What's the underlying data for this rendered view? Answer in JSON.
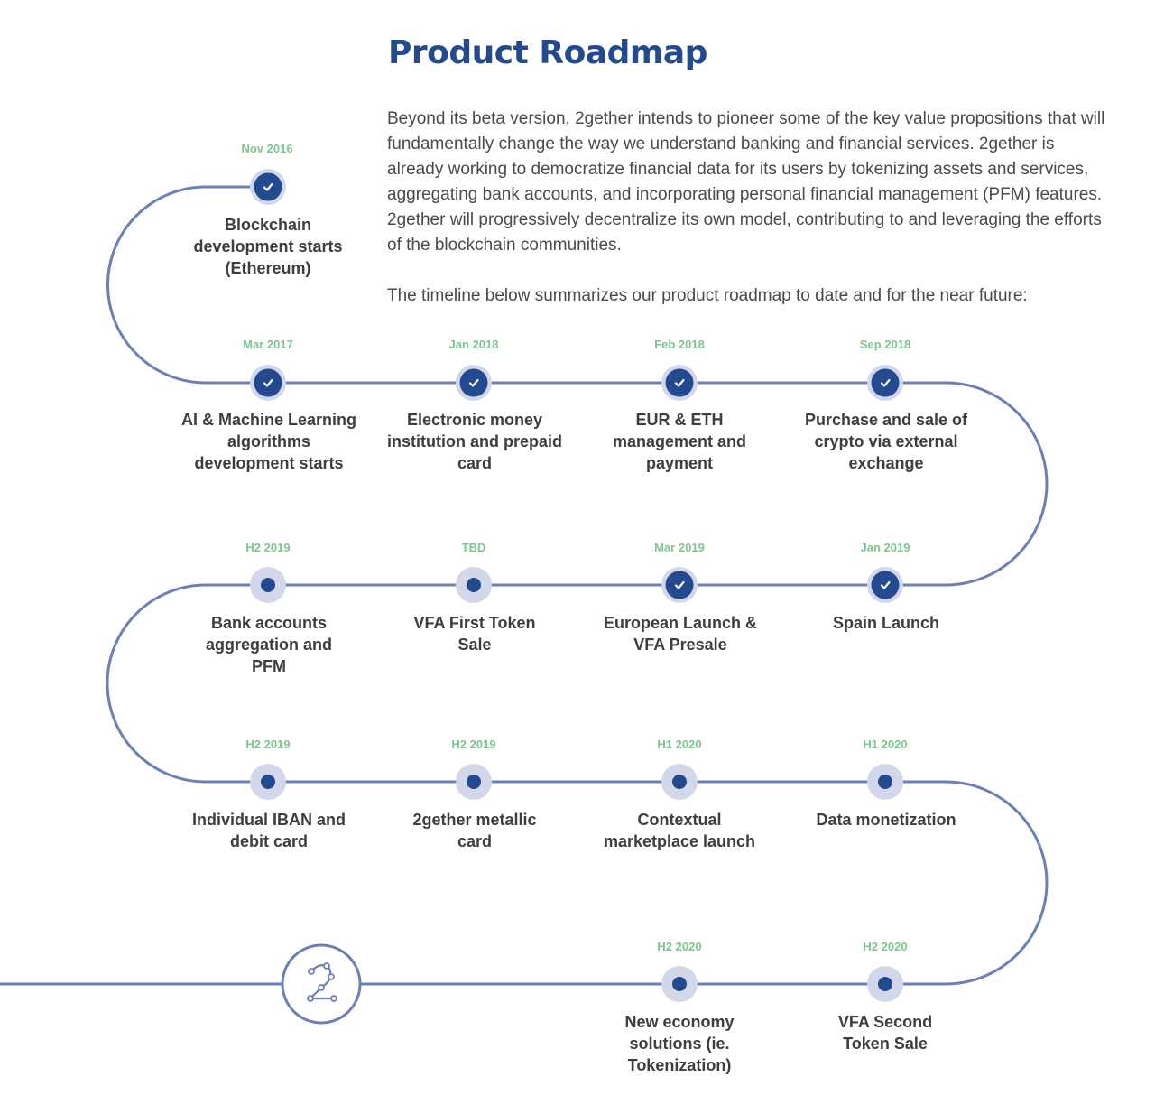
{
  "header": {
    "title": "Product Roadmap"
  },
  "intro": {
    "paragraph1": "Beyond its beta version, 2gether intends to pioneer some of the key value propositions that will fundamentally change the way we understand banking and financial services. 2gether is already working to democratize financial data for its users by tokenizing assets and services, aggregating bank accounts, and incorporating personal financial management (PFM) features. 2gether will progressively decentralize its own model, contributing to and leveraging the efforts of the blockchain communities.",
    "paragraph2": "The timeline below summarizes our product roadmap to date and for the near future:"
  },
  "colors": {
    "accent": "#234a8e",
    "path": "#6a80b6",
    "ring": "#d2d8ea",
    "date": "#7cc690",
    "text": "#3e3e3e"
  },
  "milestones": [
    {
      "date": "Nov 2016",
      "label": "Blockchain development starts (Ethereum)",
      "status": "done"
    },
    {
      "date": "Mar 2017",
      "label": "AI & Machine Learning algorithms development starts",
      "status": "done"
    },
    {
      "date": "Jan 2018",
      "label": "Electronic money institution and prepaid card",
      "status": "done"
    },
    {
      "date": "Feb 2018",
      "label": "EUR & ETH management and payment",
      "status": "done"
    },
    {
      "date": "Sep 2018",
      "label": "Purchase and sale of crypto via external exchange",
      "status": "done"
    },
    {
      "date": "Jan 2019",
      "label": "Spain Launch",
      "status": "done"
    },
    {
      "date": "Mar 2019",
      "label": "European Launch & VFA Presale",
      "status": "done"
    },
    {
      "date": "TBD",
      "label": "VFA First Token Sale",
      "status": "planned"
    },
    {
      "date": "H2 2019",
      "label": "Bank accounts aggregation and PFM",
      "status": "planned"
    },
    {
      "date": "H2 2019",
      "label": "Individual IBAN and debit card",
      "status": "planned"
    },
    {
      "date": "H2 2019",
      "label": "2gether metallic card",
      "status": "planned"
    },
    {
      "date": "H1 2020",
      "label": "Contextual marketplace launch",
      "status": "planned"
    },
    {
      "date": "H1 2020",
      "label": "Data monetization",
      "status": "planned"
    },
    {
      "date": "H2 2020",
      "label": "VFA Second Token Sale",
      "status": "planned"
    },
    {
      "date": "H2 2020",
      "label": "New economy solutions (ie. Tokenization)",
      "status": "planned"
    }
  ],
  "logo": {
    "icon": "2gether-logo-icon"
  }
}
